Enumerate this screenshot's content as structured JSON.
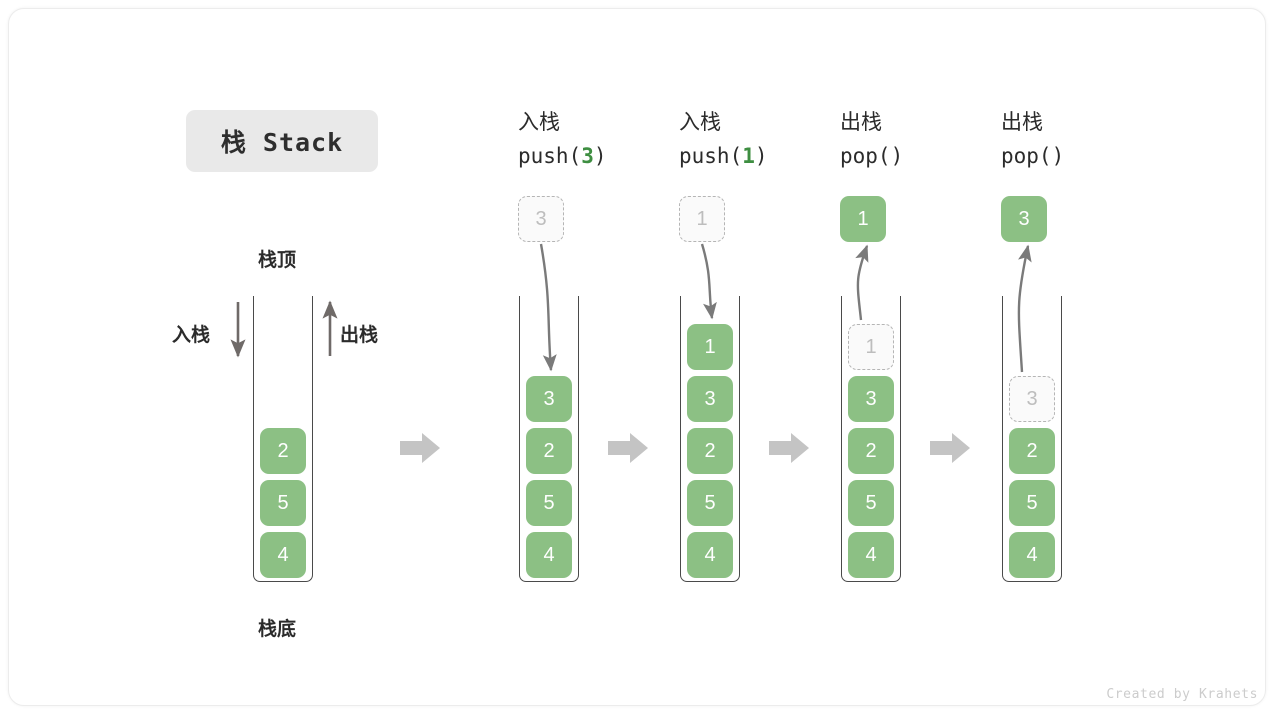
{
  "figure": {
    "title_badge": "栈 Stack",
    "footer": "Created by Krahets",
    "colors": {
      "element_fill": "#8cc084",
      "element_text": "#ffffff",
      "ghost_fill": "#fafafa",
      "ghost_border": "#b5b5b5",
      "ghost_text": "#bdbdbd",
      "wall": "#4a4a4a",
      "arrow": "#7a7a7a",
      "step_arrow": "#c4c4c4",
      "accent_number": "#3e8e41",
      "badge_bg": "#e9e9e9"
    }
  },
  "initial_stack": {
    "top_label": "栈顶",
    "bottom_label": "栈底",
    "push_label": "入栈",
    "pop_label": "出栈",
    "elements": [
      "2",
      "5",
      "4"
    ]
  },
  "steps": [
    {
      "id": "push-3",
      "op_label": "入栈",
      "code_prefix": "push(",
      "code_value": "3",
      "code_suffix": ")",
      "floating_value": "3",
      "floating_state": "ghost",
      "direction": "in",
      "elements": [
        {
          "value": "3",
          "state": "solid"
        },
        {
          "value": "2",
          "state": "solid"
        },
        {
          "value": "5",
          "state": "solid"
        },
        {
          "value": "4",
          "state": "solid"
        }
      ]
    },
    {
      "id": "push-1",
      "op_label": "入栈",
      "code_prefix": "push(",
      "code_value": "1",
      "code_suffix": ")",
      "floating_value": "1",
      "floating_state": "ghost",
      "direction": "in",
      "elements": [
        {
          "value": "1",
          "state": "solid"
        },
        {
          "value": "3",
          "state": "solid"
        },
        {
          "value": "2",
          "state": "solid"
        },
        {
          "value": "5",
          "state": "solid"
        },
        {
          "value": "4",
          "state": "solid"
        }
      ]
    },
    {
      "id": "pop-1",
      "op_label": "出栈",
      "code_prefix": "pop(",
      "code_value": "",
      "code_suffix": ")",
      "floating_value": "1",
      "floating_state": "solid",
      "direction": "out",
      "elements": [
        {
          "value": "1",
          "state": "ghost"
        },
        {
          "value": "3",
          "state": "solid"
        },
        {
          "value": "2",
          "state": "solid"
        },
        {
          "value": "5",
          "state": "solid"
        },
        {
          "value": "4",
          "state": "solid"
        }
      ]
    },
    {
      "id": "pop-3",
      "op_label": "出栈",
      "code_prefix": "pop(",
      "code_value": "",
      "code_suffix": ")",
      "floating_value": "3",
      "floating_state": "solid",
      "direction": "out",
      "elements": [
        {
          "value": "3",
          "state": "ghost"
        },
        {
          "value": "2",
          "state": "solid"
        },
        {
          "value": "5",
          "state": "solid"
        },
        {
          "value": "4",
          "state": "solid"
        }
      ]
    }
  ]
}
